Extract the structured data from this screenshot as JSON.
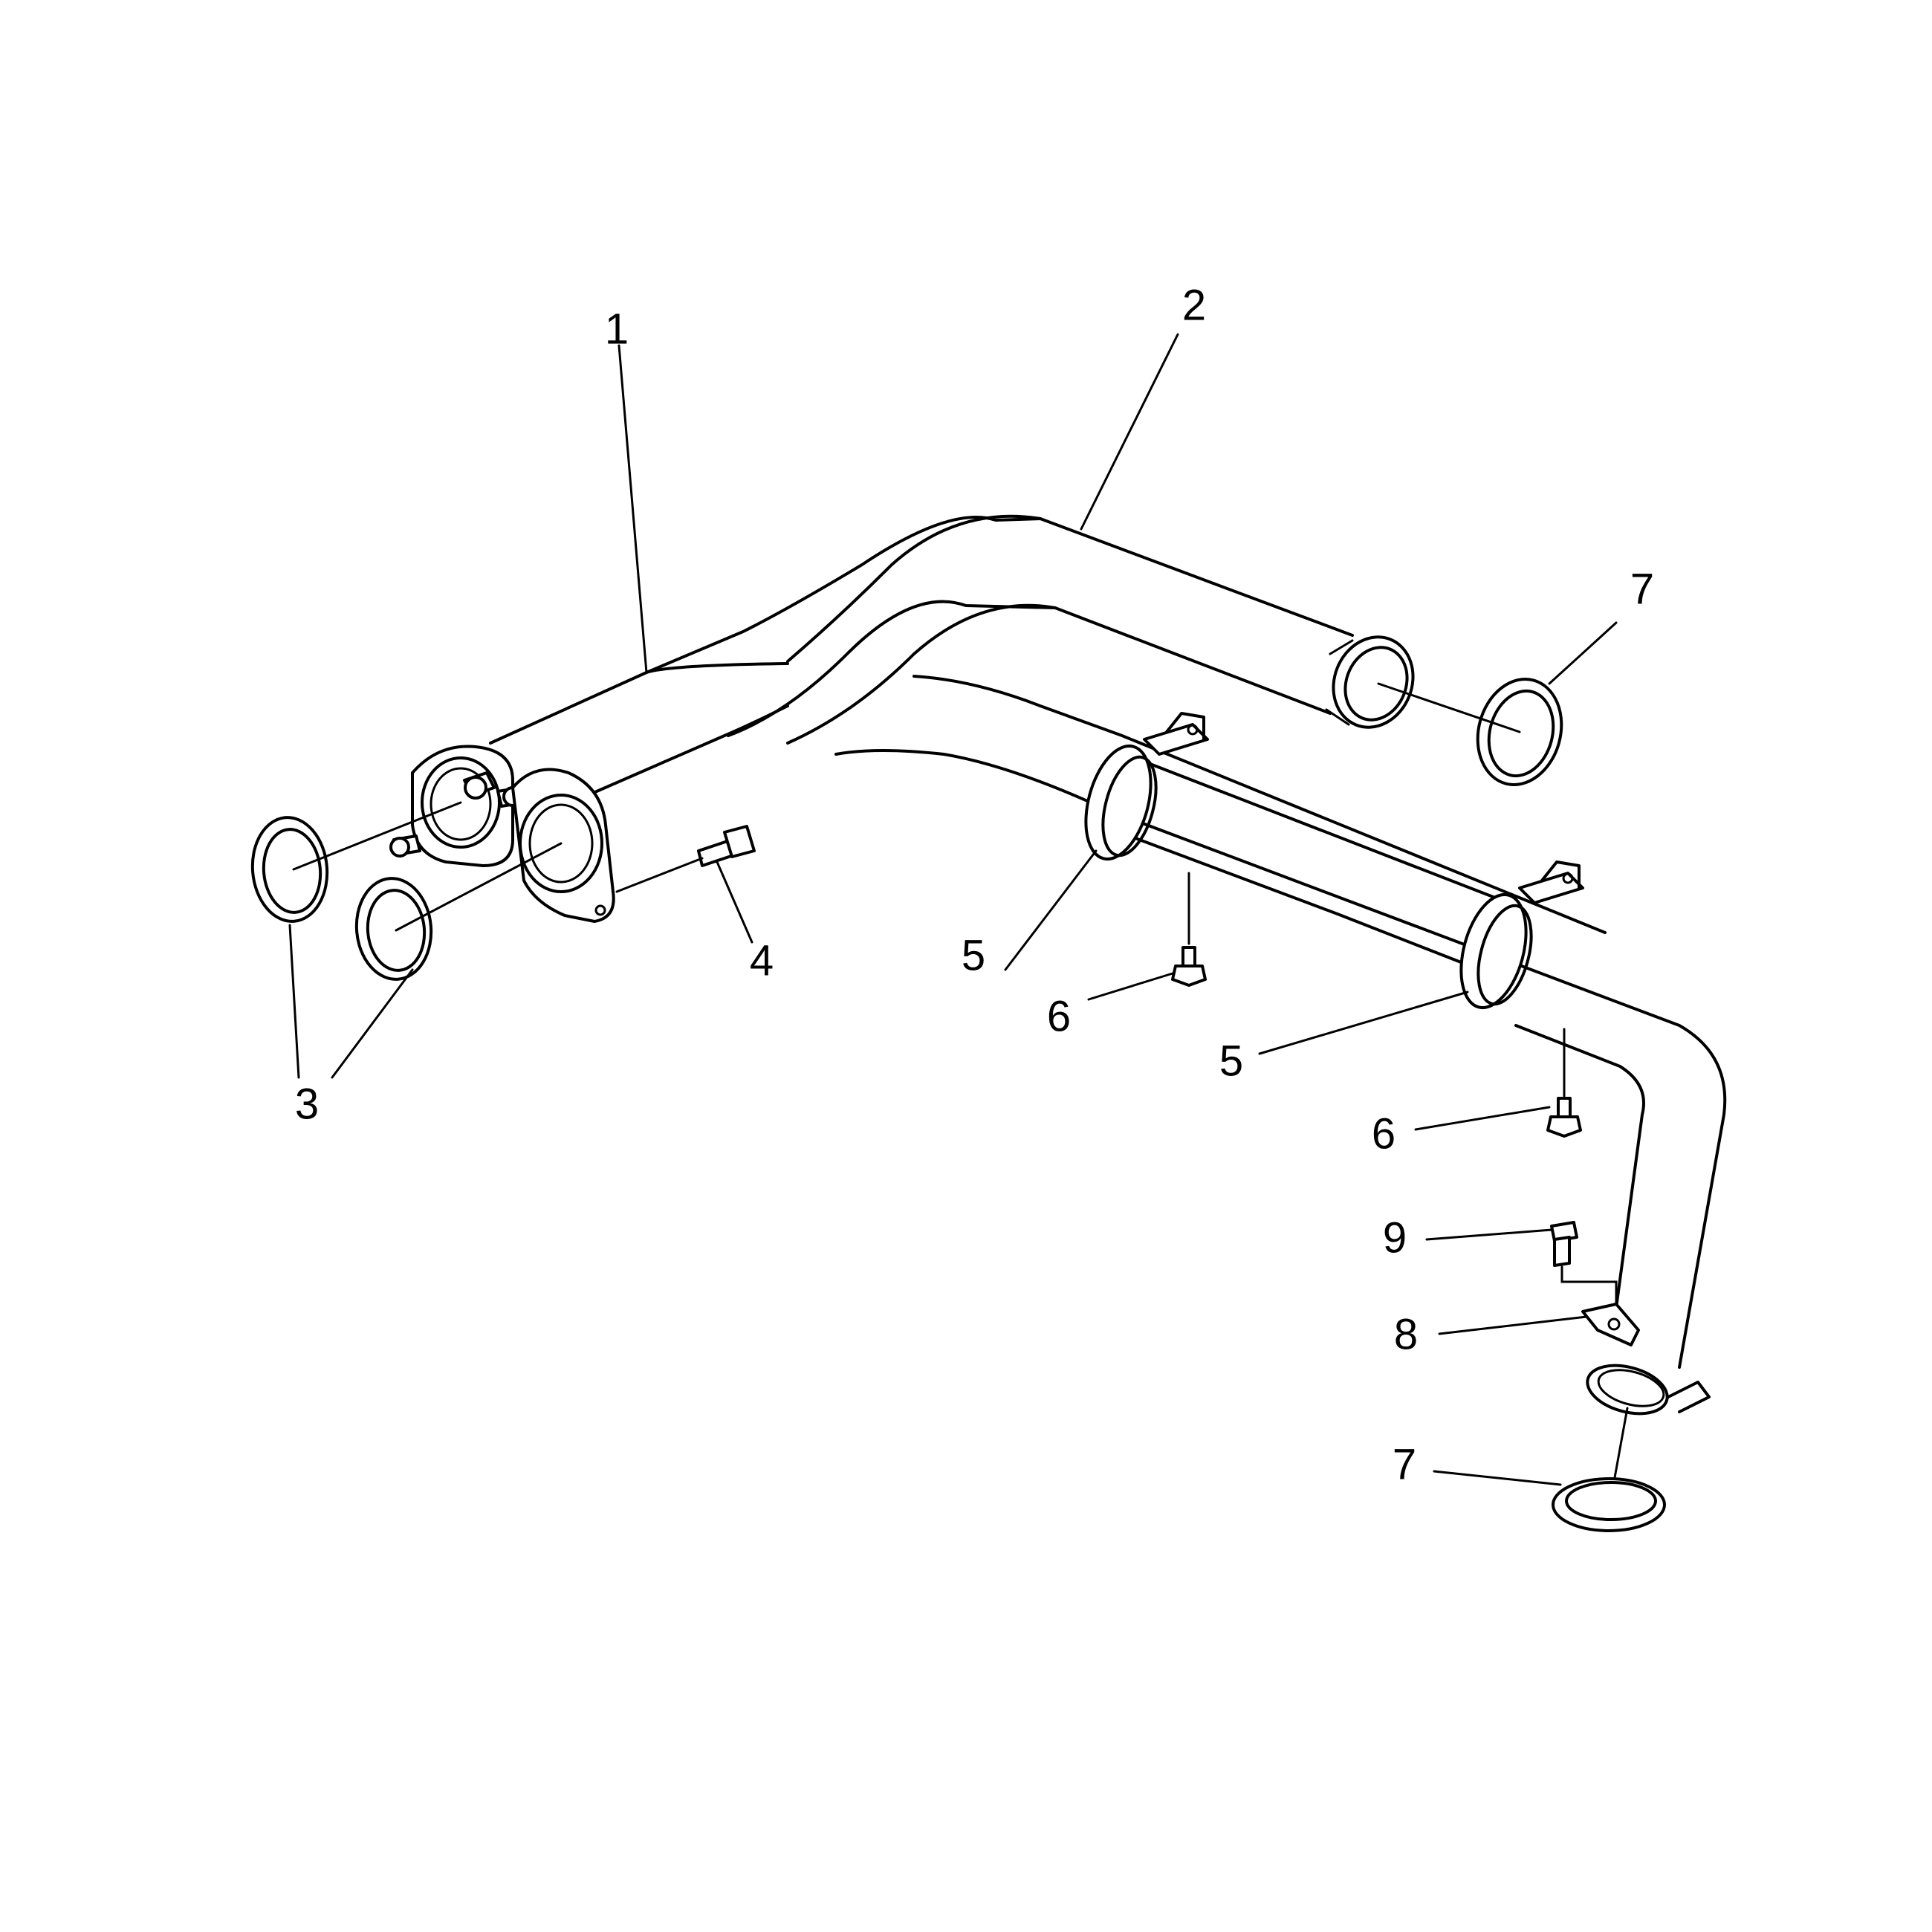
{
  "callouts": {
    "c1": "1",
    "c2": "2",
    "c3": "3",
    "c4": "4",
    "c5a": "5",
    "c5b": "5",
    "c6a": "6",
    "c6b": "6",
    "c7a": "7",
    "c7b": "7",
    "c8": "8",
    "c9": "9"
  }
}
